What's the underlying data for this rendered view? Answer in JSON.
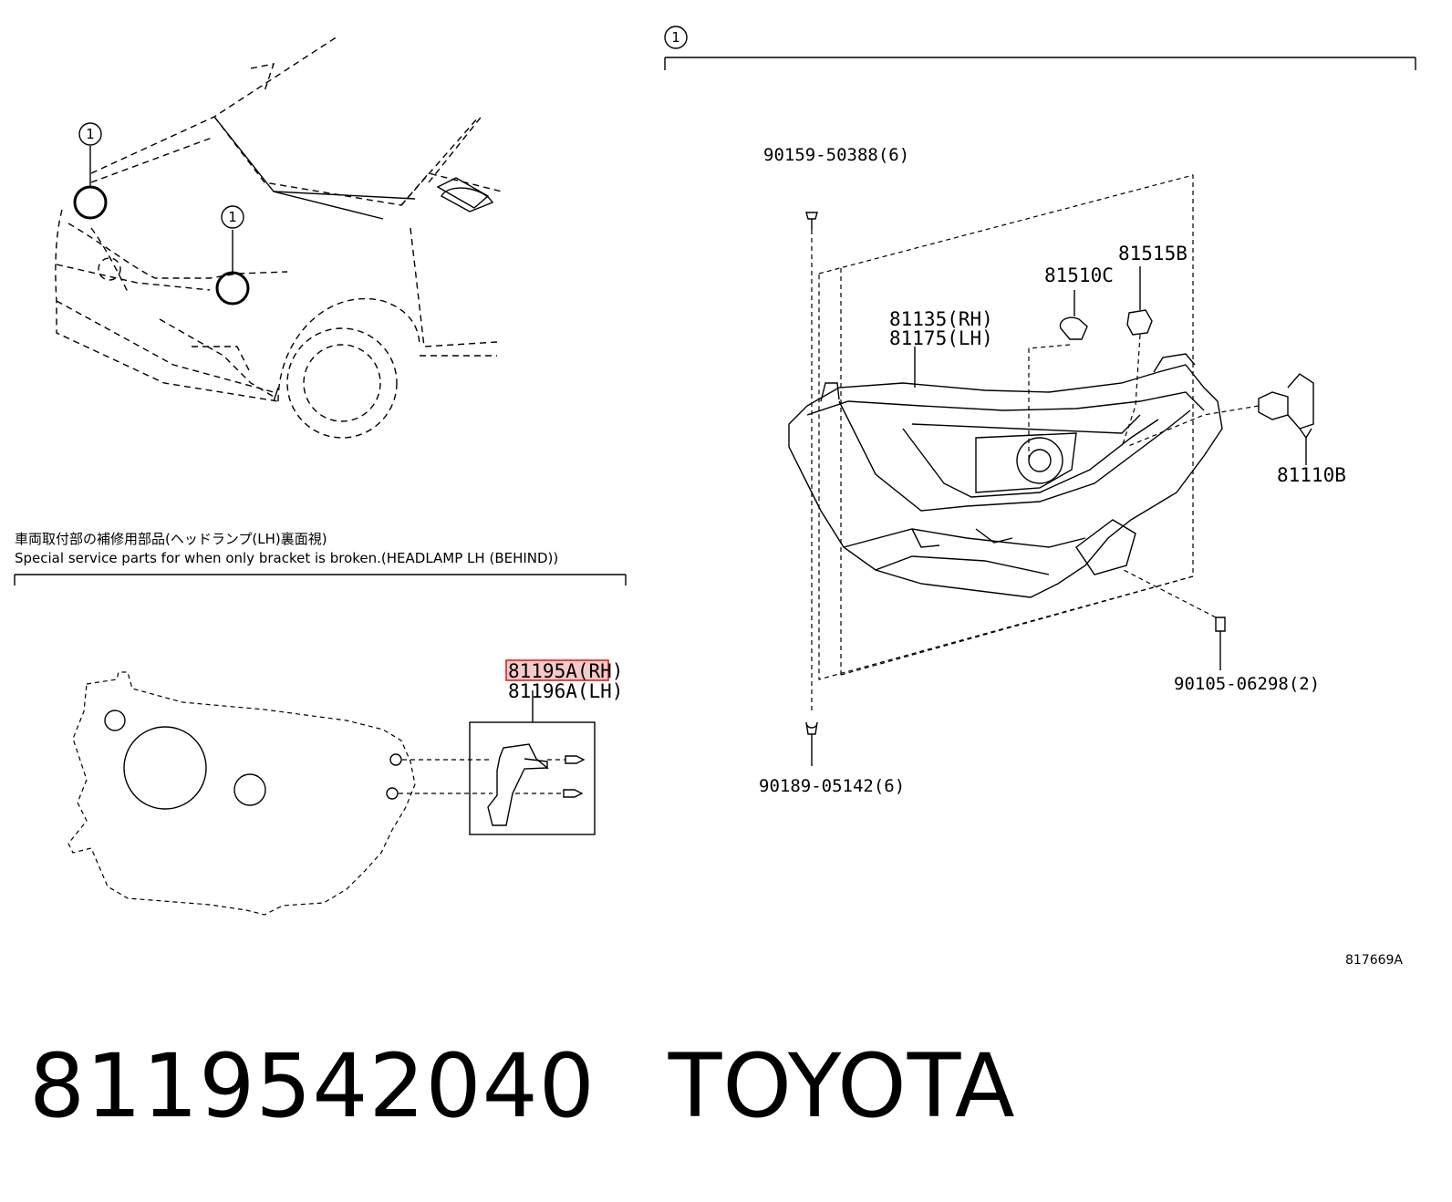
{
  "callout_number": "1",
  "note": {
    "japanese": "車両取付部の補修用部品(ヘッドランプ(LH)裏面視)",
    "english": "Special service parts for when only bracket is broken.(HEADLAMP LH (BEHIND))"
  },
  "labels": {
    "bolt_top": "90159-50388(6)",
    "clip_bottom": "90189-05142(6)",
    "screw_right": "90105-06298(2)",
    "headlamp_rh": "81135(RH)",
    "headlamp_lh": "81175(LH)",
    "bulb_small": "81510C",
    "socket": "81515B",
    "bulb_main": "81110B",
    "bracket_rh": "81195A(RH)",
    "bracket_lh": "81196A(LH)"
  },
  "illustration_ref": "817669A",
  "footer": {
    "part_number": "8119542040",
    "brand": "TOYOTA"
  },
  "colors": {
    "highlight": "#e02020",
    "highlight_fill": "#f6c9c9"
  }
}
